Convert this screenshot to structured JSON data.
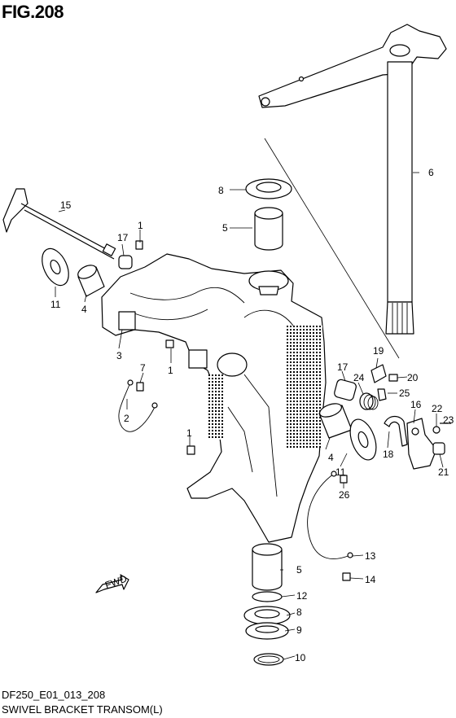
{
  "figure": {
    "title": "FIG.208",
    "code": "DF250_E01_013_208",
    "name": "SWIVEL BRACKET TRANSOM(L)"
  },
  "direction_badge": "FWD",
  "callouts": [
    {
      "id": "c1a",
      "label": "1"
    },
    {
      "id": "c1b",
      "label": "1"
    },
    {
      "id": "c1c",
      "label": "1"
    },
    {
      "id": "c2",
      "label": "2"
    },
    {
      "id": "c3",
      "label": "3"
    },
    {
      "id": "c4a",
      "label": "4"
    },
    {
      "id": "c4b",
      "label": "4"
    },
    {
      "id": "c5a",
      "label": "5"
    },
    {
      "id": "c5b",
      "label": "5"
    },
    {
      "id": "c6",
      "label": "6"
    },
    {
      "id": "c7",
      "label": "7"
    },
    {
      "id": "c8a",
      "label": "8"
    },
    {
      "id": "c8b",
      "label": "8"
    },
    {
      "id": "c9",
      "label": "9"
    },
    {
      "id": "c10",
      "label": "10"
    },
    {
      "id": "c11a",
      "label": "11"
    },
    {
      "id": "c11b",
      "label": "11"
    },
    {
      "id": "c12",
      "label": "12"
    },
    {
      "id": "c13",
      "label": "13"
    },
    {
      "id": "c14",
      "label": "14"
    },
    {
      "id": "c15",
      "label": "15"
    },
    {
      "id": "c16",
      "label": "16"
    },
    {
      "id": "c17a",
      "label": "17"
    },
    {
      "id": "c17b",
      "label": "17"
    },
    {
      "id": "c18",
      "label": "18"
    },
    {
      "id": "c19",
      "label": "19"
    },
    {
      "id": "c20",
      "label": "20"
    },
    {
      "id": "c21",
      "label": "21"
    },
    {
      "id": "c22",
      "label": "22"
    },
    {
      "id": "c23",
      "label": "23"
    },
    {
      "id": "c24",
      "label": "24"
    },
    {
      "id": "c25",
      "label": "25"
    },
    {
      "id": "c26",
      "label": "26"
    }
  ]
}
